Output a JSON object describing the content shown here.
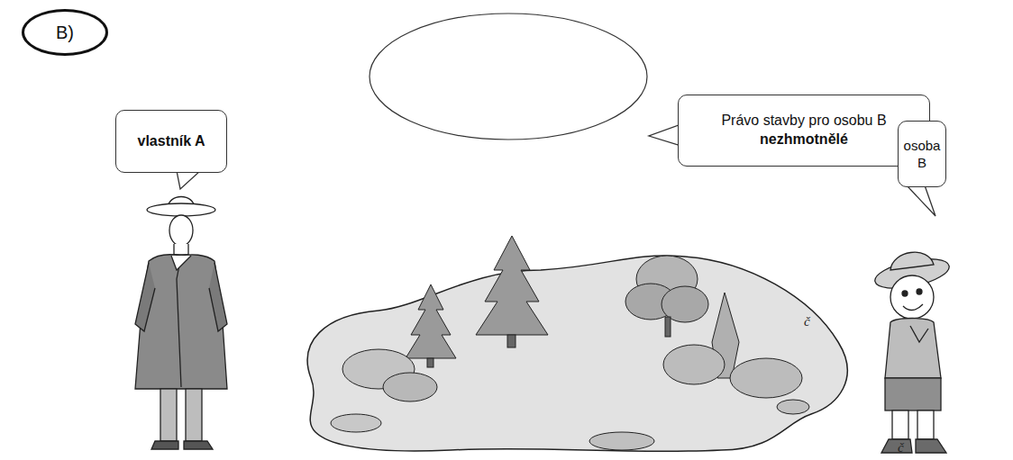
{
  "diagram": {
    "nodes": [
      {
        "text": [
          "B)"
        ]
      },
      {
        "text": [
          "vlastník A"
        ]
      },
      {
        "text": [
          "Právo stavby pro osobu B",
          "nezhmotnělé"
        ]
      },
      {
        "text": [
          "osoba B"
        ]
      }
    ],
    "labels": [
      "č",
      "č"
    ]
  }
}
